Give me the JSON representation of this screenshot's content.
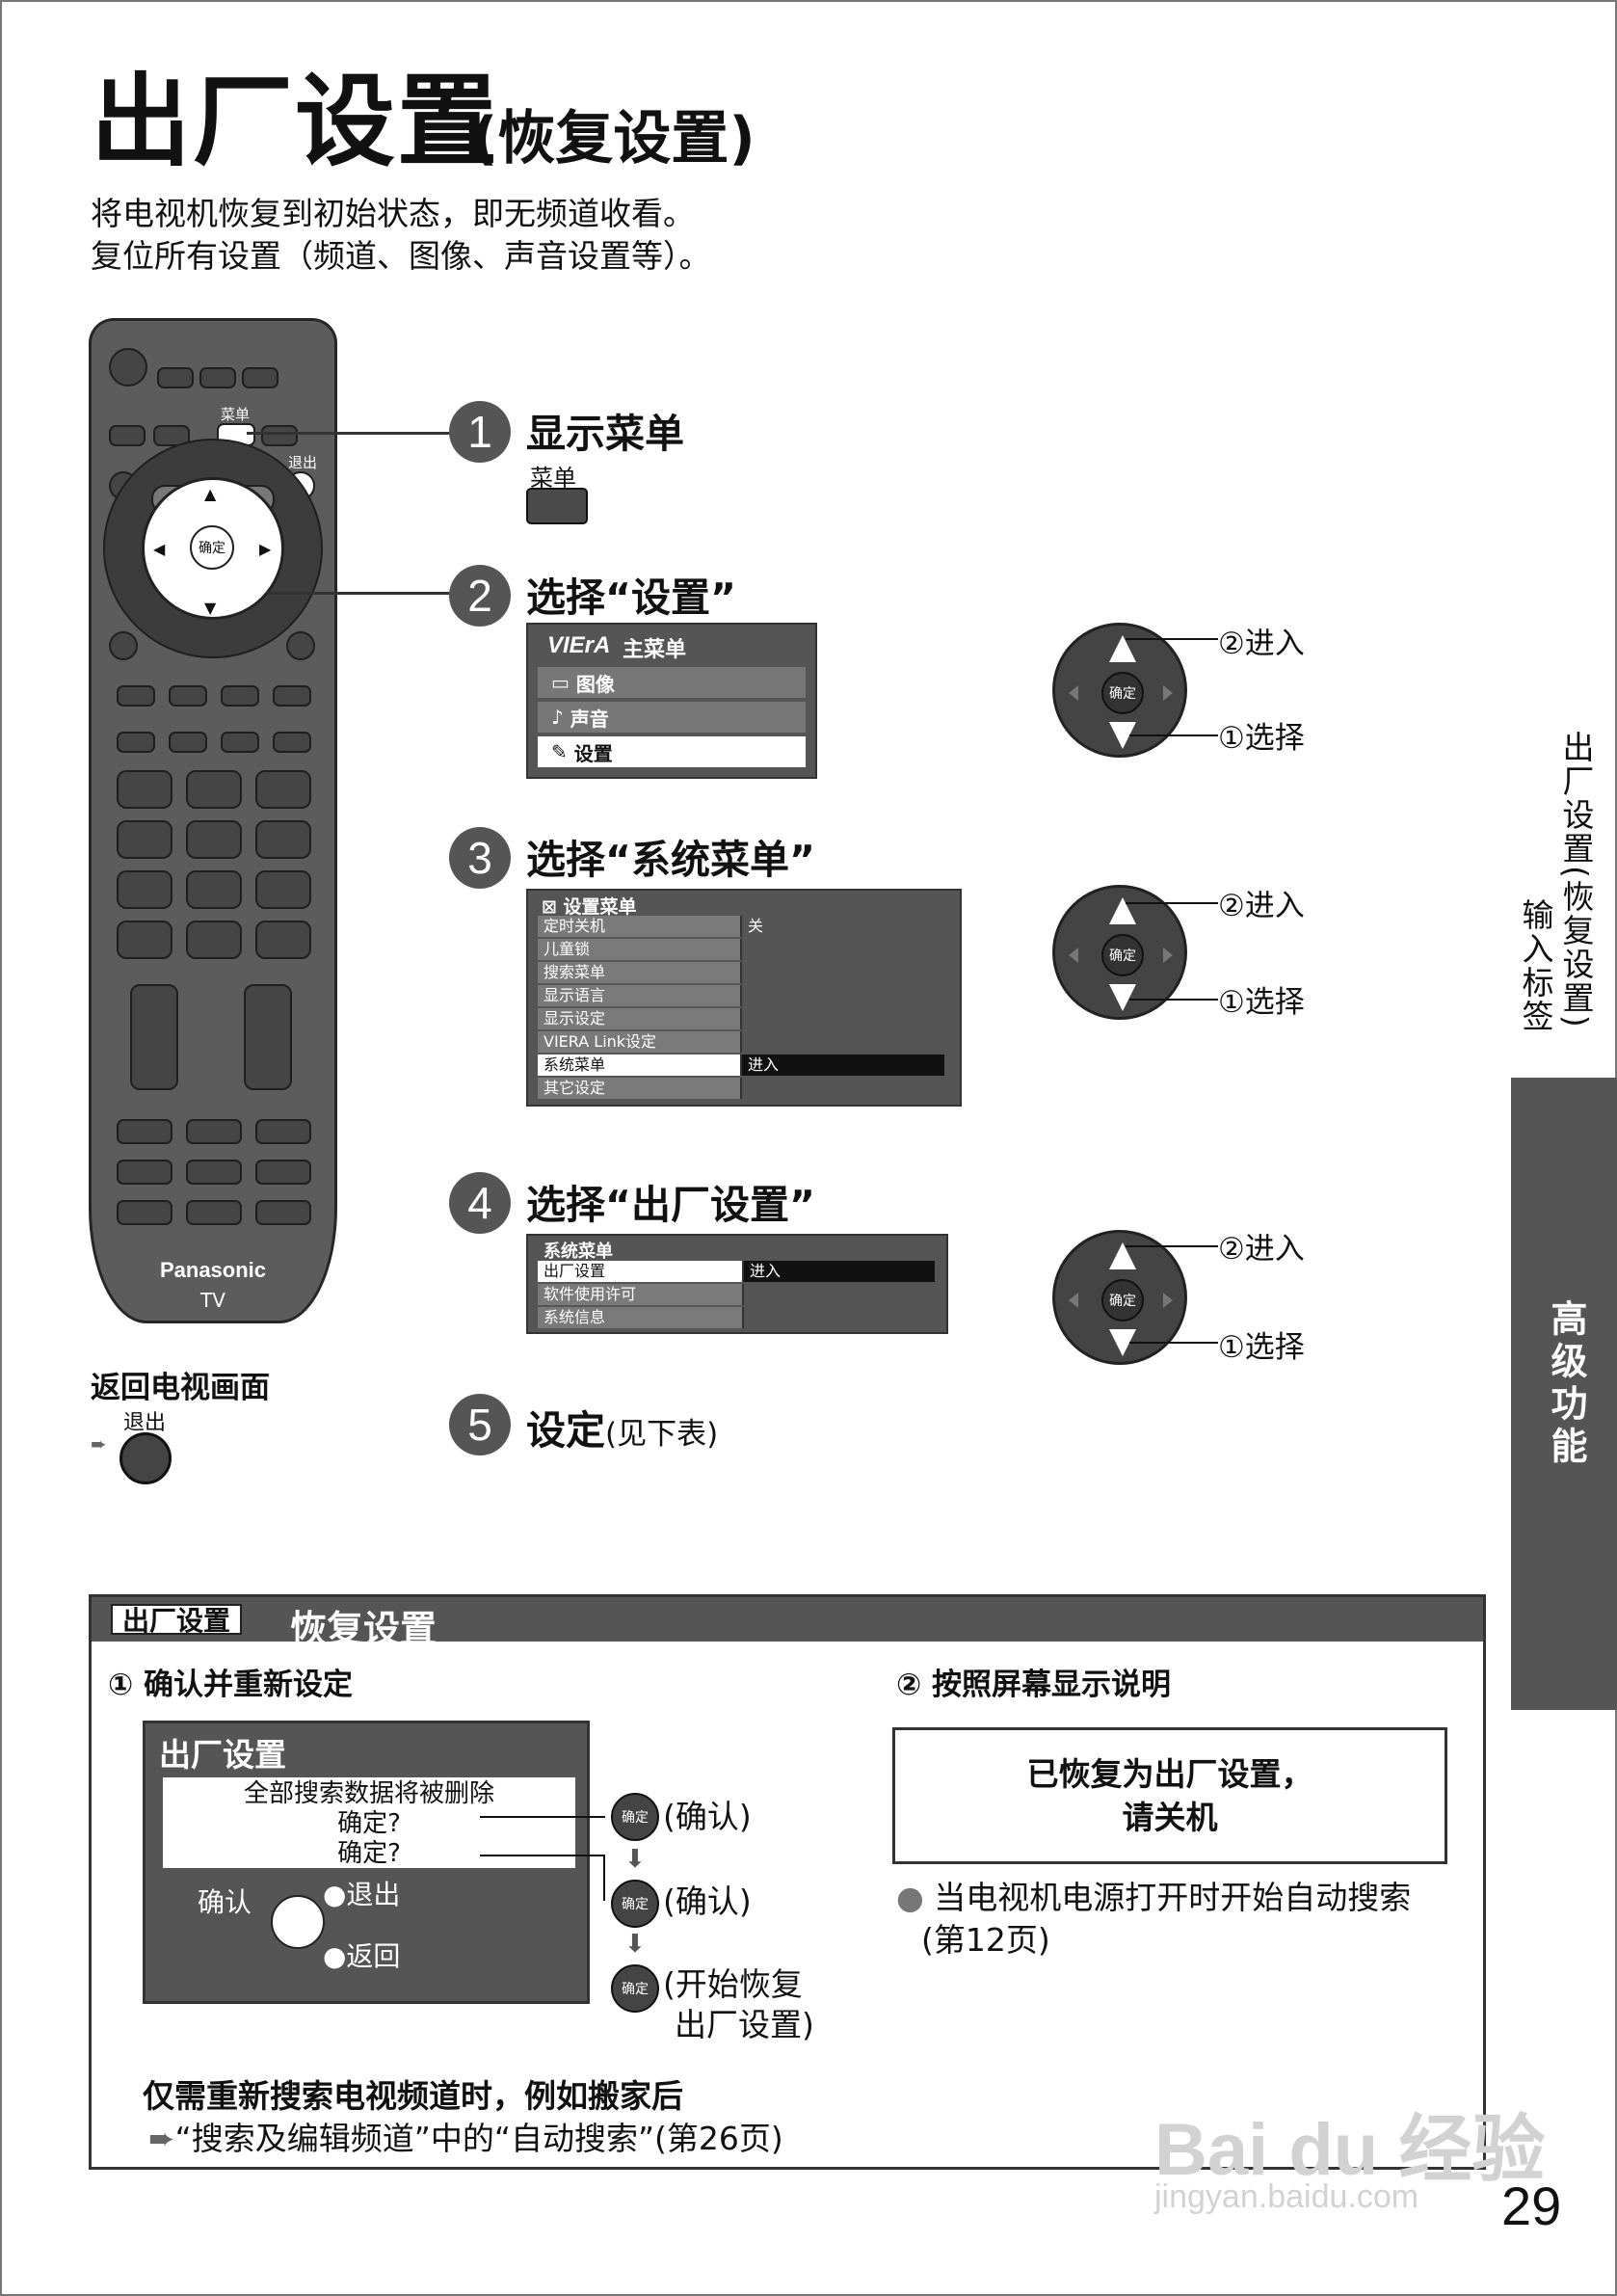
{
  "title": {
    "main": "出厂设置",
    "sub": "(恢复设置)"
  },
  "intro": [
    "将电视机恢复到初始状态，即无频道收看。",
    "复位所有设置（频道、图像、声音设置等）。"
  ],
  "remote": {
    "menu_label": "菜单",
    "exit_label": "退出",
    "ok_label": "确定",
    "brand": "Panasonic",
    "model": "TV"
  },
  "back_to_tv": {
    "title": "返回电视画面",
    "exit_label": "退出"
  },
  "steps": [
    {
      "num": "1",
      "title": "显示菜单",
      "button_label": "菜单"
    },
    {
      "num": "2",
      "title": "选择“设置”"
    },
    {
      "num": "3",
      "title": "选择“系统菜单”"
    },
    {
      "num": "4",
      "title": "选择“出厂设置”"
    },
    {
      "num": "5",
      "title": "设定",
      "note": "(见下表)"
    }
  ],
  "main_menu": {
    "logo": "VIErA",
    "title": "主菜单",
    "items": [
      "图像",
      "声音",
      "设置"
    ],
    "selected": 2
  },
  "setup_menu": {
    "title": "设置菜单",
    "rows": [
      {
        "k": "定时关机",
        "v": "关"
      },
      {
        "k": "儿童锁",
        "v": ""
      },
      {
        "k": "搜索菜单",
        "v": ""
      },
      {
        "k": "显示语言",
        "v": ""
      },
      {
        "k": "显示设定",
        "v": ""
      },
      {
        "k": "VIERA Link设定",
        "v": ""
      },
      {
        "k": "系统菜单",
        "v": "进入"
      },
      {
        "k": "其它设定",
        "v": ""
      }
    ],
    "selected": 6
  },
  "system_menu": {
    "title": "系统菜单",
    "rows": [
      {
        "k": "出厂设置",
        "v": "进入"
      },
      {
        "k": "软件使用许可",
        "v": ""
      },
      {
        "k": "系统信息",
        "v": ""
      }
    ],
    "selected": 0
  },
  "dpad": {
    "ok": "确定",
    "enter": "②进入",
    "select": "①选择"
  },
  "side_tab": {
    "col1": "出厂设置(恢复设置)",
    "col2": "输入标签",
    "section": "高级功能"
  },
  "box": {
    "tag": "出厂设置",
    "title": "恢复设置",
    "left_heading": "① 确认并重新设定",
    "right_heading": "② 按照屏幕显示说明",
    "dialog": {
      "title": "出厂设置",
      "msg": [
        "全部搜索数据将被删除",
        "确定?",
        "确定?"
      ],
      "confirm": "确认",
      "exit": "●退出",
      "back": "●返回"
    },
    "ok_steps": [
      {
        "label": "(确认)"
      },
      {
        "label": "(确认)"
      },
      {
        "label": "(开始恢复",
        "label2": "出厂设置)"
      }
    ],
    "ok_btn": "确定",
    "result": [
      "已恢复为出厂设置，",
      "请关机"
    ],
    "bullet": [
      "当电视机电源打开时开始自动搜索",
      "(第12页)"
    ],
    "note_title": "仅需重新搜索电视频道时，例如搬家后",
    "note_link": "“搜索及编辑频道”中的“自动搜索”(第26页)"
  },
  "page_number": "29",
  "watermark": {
    "logo": "Bai du 经验",
    "url": "jingyan.baidu.com"
  }
}
